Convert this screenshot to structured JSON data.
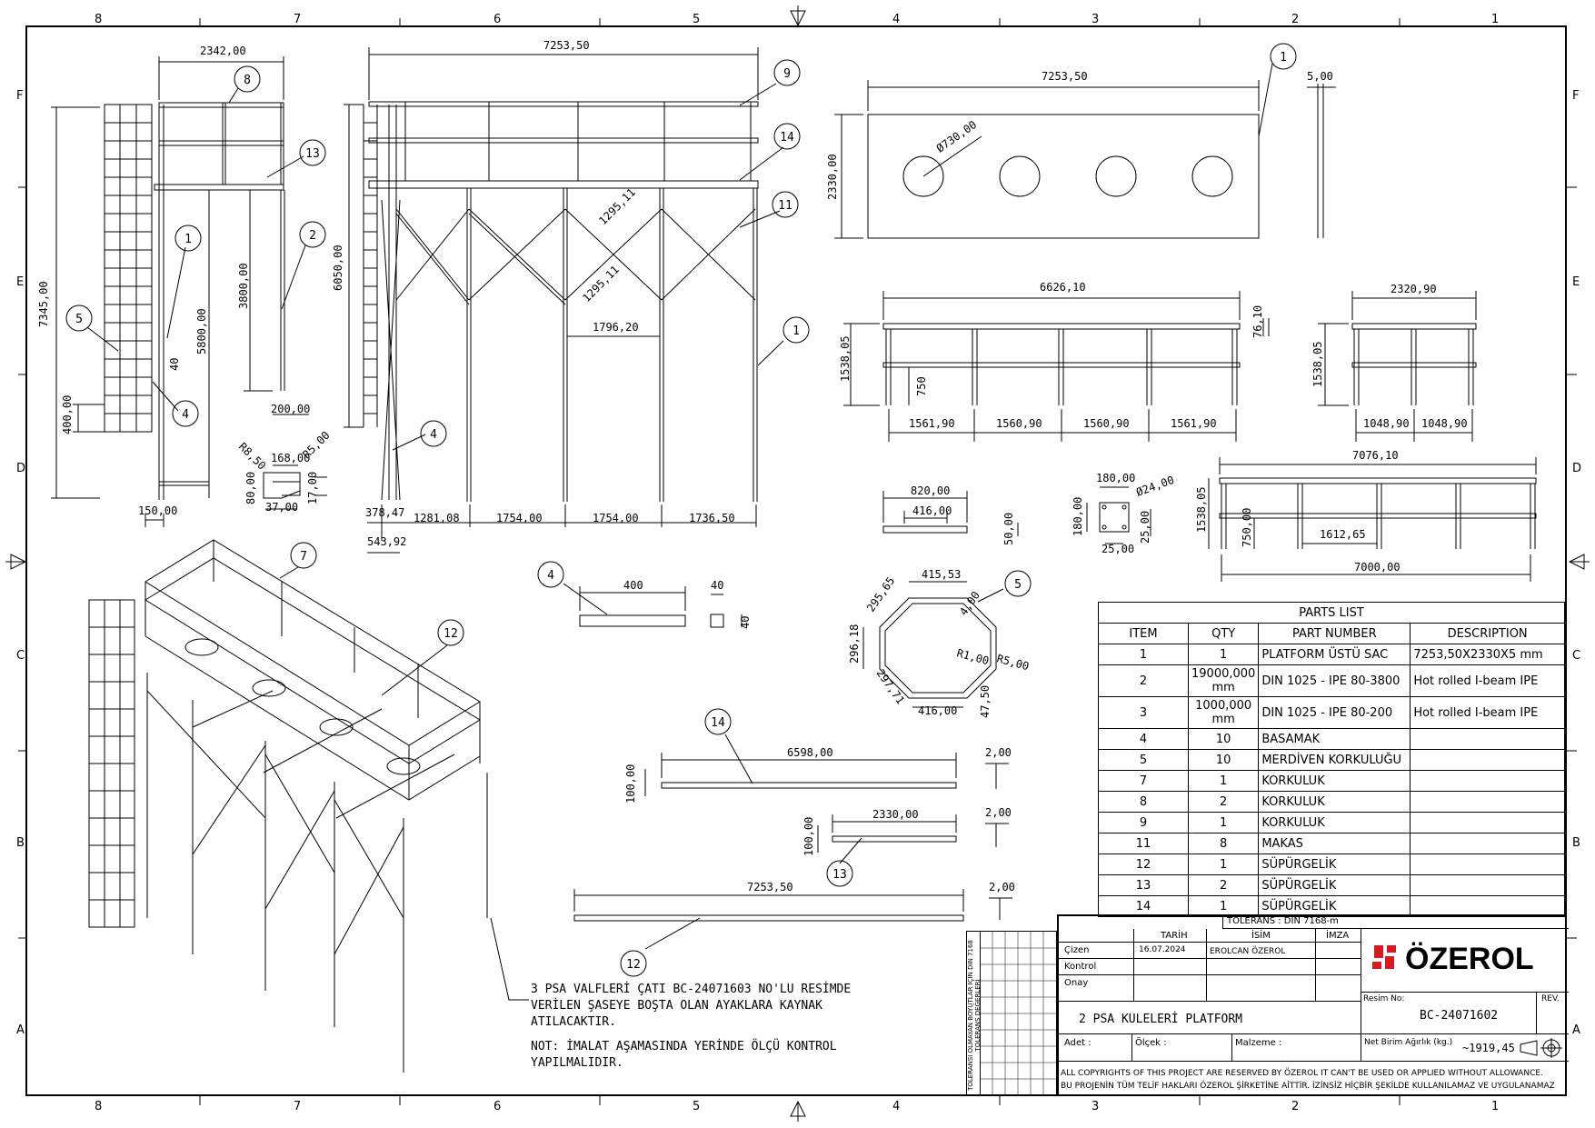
{
  "zones": {
    "cols": [
      "8",
      "7",
      "6",
      "5",
      "4",
      "3",
      "2",
      "1"
    ],
    "rows": [
      "F",
      "E",
      "D",
      "C",
      "B",
      "A"
    ]
  },
  "dims": {
    "a1": "2342,00",
    "a2": "7253,50",
    "a3": "7253,50",
    "a4": "5,00",
    "a5": "2330,00",
    "a6": "Ø730,00",
    "b1": "7345,00",
    "b2": "3800,00",
    "b3": "5800,00",
    "b4": "6050,00",
    "b5": "400,00",
    "b6": "40",
    "b7": "200,00",
    "b8": "1295,11",
    "b9": "1295,11",
    "b10": "1796,20",
    "c1": "6626,10",
    "c2": "76,10",
    "c3": "1538,05",
    "c4": "750",
    "c5": "1561,90",
    "c6": "1560,90",
    "c7": "1560,90",
    "c8": "1561,90",
    "d1": "2320,90",
    "d2": "1538,05",
    "d3": "1048,90",
    "d4": "1048,90",
    "e1": "R8,50",
    "e2": "168,00",
    "e3": "R5,00",
    "e4": "80,00",
    "e5": "17,00",
    "e6": "37,00",
    "e7": "150,00",
    "f1": "378,47",
    "f2": "543,92",
    "f3": "1281,08",
    "f4": "1754,00",
    "f5": "1754,00",
    "f6": "1736,50",
    "g1": "820,00",
    "g2": "416,00",
    "g3": "50,00",
    "g4": "180,00",
    "g5": "Ø24,00",
    "g6": "180,00",
    "g7": "25,00",
    "g8": "25,00",
    "h1": "7076,10",
    "h2": "1538,05",
    "h3": "750,00",
    "h4": "1612,65",
    "h5": "7000,00",
    "i1": "400",
    "i2": "40",
    "i3": "40",
    "j1": "415,53",
    "j2": "295,65",
    "j3": "4,00",
    "j4": "296,18",
    "j5": "R1,00",
    "j6": "R5,00",
    "j7": "297,71",
    "j8": "47,50",
    "j9": "416,00",
    "k1": "6598,00",
    "k2": "100,00",
    "k3": "2,00",
    "k4": "2330,00",
    "k5": "100,00",
    "k6": "2,00",
    "k7": "7253,50",
    "k8": "2,00"
  },
  "balloons": [
    "1",
    "8",
    "13",
    "9",
    "14",
    "11",
    "1",
    "2",
    "5",
    "4",
    "1",
    "4",
    "7",
    "12",
    "4",
    "5",
    "14",
    "13",
    "12"
  ],
  "parts_list": {
    "title": "PARTS LIST",
    "headers": [
      "ITEM",
      "QTY",
      "PART NUMBER",
      "DESCRIPTION"
    ],
    "rows": [
      [
        "1",
        "1",
        "PLATFORM ÜSTÜ SAC",
        "7253,50X2330X5 mm"
      ],
      [
        "2",
        "19000,000 mm",
        "DIN 1025 - IPE 80-3800",
        "Hot rolled I-beam IPE"
      ],
      [
        "3",
        "1000,000 mm",
        "DIN 1025 - IPE 80-200",
        "Hot rolled I-beam IPE"
      ],
      [
        "4",
        "10",
        "BASAMAK",
        ""
      ],
      [
        "5",
        "10",
        "MERDİVEN KORKULUĞU",
        ""
      ],
      [
        "7",
        "1",
        "KORKULUK",
        ""
      ],
      [
        "8",
        "2",
        "KORKULUK",
        ""
      ],
      [
        "9",
        "1",
        "KORKULUK",
        ""
      ],
      [
        "11",
        "8",
        "MAKAS",
        ""
      ],
      [
        "12",
        "1",
        "SÜPÜRGELİK",
        ""
      ],
      [
        "13",
        "2",
        "SÜPÜRGELİK",
        ""
      ],
      [
        "14",
        "1",
        "SÜPÜRGELİK",
        ""
      ]
    ]
  },
  "notes": {
    "line1": "3 PSA VALFLERİ ÇATI BC-24071603 NO'LU RESİMDE",
    "line2": "VERİLEN ŞASEYE BOŞTA OLAN AYAKLARA KAYNAK",
    "line3": "ATILACAKTIR.",
    "line4": "NOT: İMALAT AŞAMASINDA YERİNDE ÖLÇÜ KONTROL",
    "line5": "YAPILMALIDIR."
  },
  "title_block": {
    "tolerance": "TOLERANS : DIN 7168-m",
    "tarih": "TARİH",
    "isim": "İSİM",
    "imza": "İMZA",
    "cizen": "Çizen",
    "kontrol": "Kontrol",
    "onay": "Onay",
    "date": "16.07.2024",
    "drawer": "EROLCAN ÖZEROL",
    "logo": "ÖZEROL",
    "resim_label": "Resim No:",
    "resim_no": "BC-24071602",
    "rev": "REV.",
    "title": "2 PSA KULELERİ PLATFORM",
    "adet": "Adet :",
    "olcek": "Ölçek :",
    "malzeme": "Malzeme :",
    "weight_label": "Net Birim Ağırlık (kg.)",
    "weight": "~1919,45",
    "copy1": "ALL COPYRIGHTS OF THIS PROJECT ARE RESERVED BY ÖZEROL IT CAN'T BE USED OR APPLIED WITHOUT ALLOWANCE.",
    "copy2": "BU PROJENİN TÜM TELİF HAKLARI ÖZEROL ŞİRKETİNE AİTTİR. İZİNSİZ HİÇBİR ŞEKİLDE KULLANILAMAZ VE UYGULANAMAZ",
    "side_tol": "TOLERANSI OLMAYAN BOYUTLAR İÇİN DIN 7168 TOLERANS DEĞERLERİ"
  }
}
